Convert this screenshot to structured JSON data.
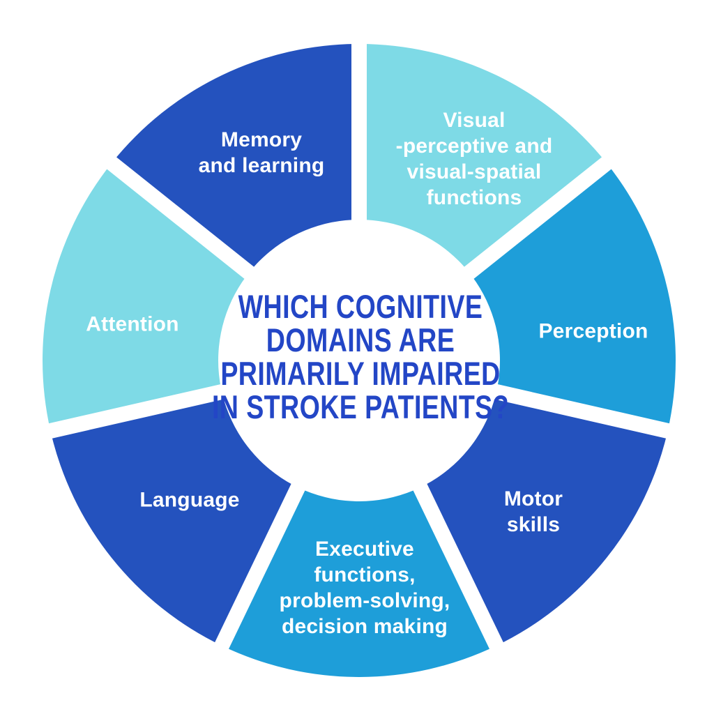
{
  "chart_data": {
    "type": "pie",
    "subtype": "donut",
    "title": "WHICH COGNITIVE\nDOMAINS ARE\nPRIMARILY IMPAIRED\nIN STROKE PATIENTS?",
    "legend_position": "none",
    "layout": {
      "start_angle": "top",
      "direction": "clockwise",
      "inner_radius_ratio": 0.44,
      "segment_gap_color": "#ffffff",
      "background_color": "#ffffff"
    },
    "theme": {
      "dark_blue": "#2452be",
      "medium_blue": "#1e9ed9",
      "light_cyan": "#7edae6",
      "title_color": "#2346c6",
      "label_color": "#ffffff"
    },
    "segments": [
      {
        "label": "Visual\n-perceptive and\nvisual-spatial\nfunctions",
        "value": 1,
        "share_percent": 14.3,
        "color": "#7edae6"
      },
      {
        "label": "Perception",
        "value": 1,
        "share_percent": 14.3,
        "color": "#1e9ed9"
      },
      {
        "label": "Motor\nskills",
        "value": 1,
        "share_percent": 14.3,
        "color": "#2452be"
      },
      {
        "label": "Executive\nfunctions,\nproblem-solving,\ndecision making",
        "value": 1,
        "share_percent": 14.3,
        "color": "#1e9ed9"
      },
      {
        "label": "Language",
        "value": 1,
        "share_percent": 14.3,
        "color": "#2452be"
      },
      {
        "label": "Attention",
        "value": 1,
        "share_percent": 14.3,
        "color": "#7edae6"
      },
      {
        "label": "Memory\nand learning",
        "value": 1,
        "share_percent": 14.3,
        "color": "#2452be"
      }
    ]
  }
}
